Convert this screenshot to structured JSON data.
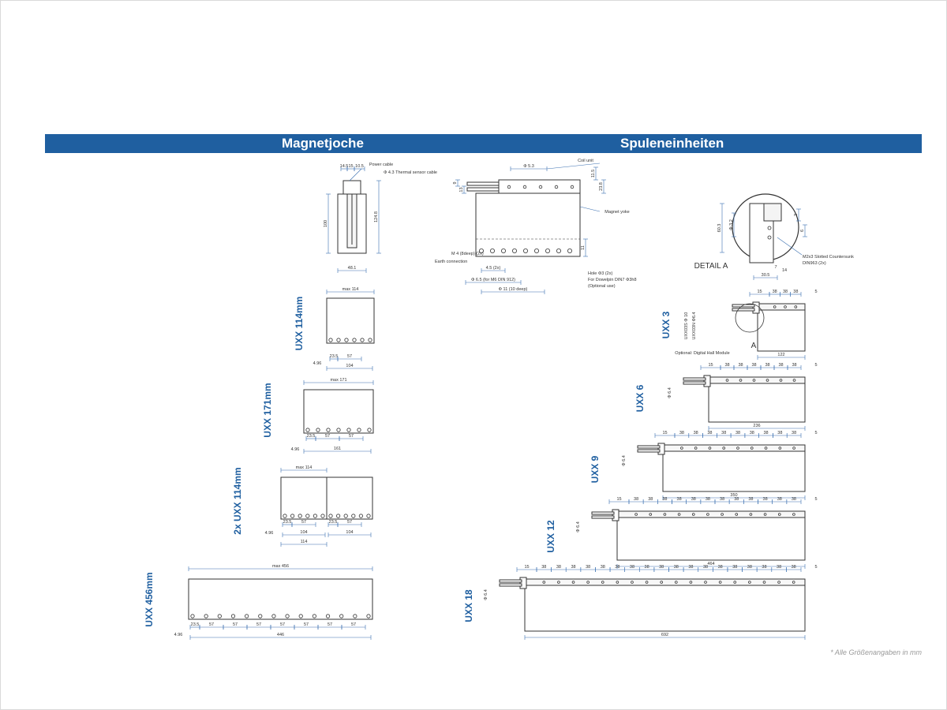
{
  "headers": {
    "left": "Magnetjoche",
    "right": "Spuleneinheiten"
  },
  "footnote": "* Alle Größenangaben in mm",
  "side_view": {
    "top_dims": [
      "14.5",
      "15",
      "10.5"
    ],
    "power_cable": "Power cable",
    "thermal_cable": "Φ 4.3  Thermal sensor cable",
    "height": "100",
    "height_total": "124.8",
    "width": "48.1"
  },
  "front_view": {
    "coil_unit": "Coil unit",
    "diam_53": "Φ 5.3",
    "magnet_yoke": "Magnet yoke",
    "left_dims": [
      "9",
      "13"
    ],
    "right_dims": [
      "11.5",
      "23.8"
    ],
    "dim_11": "11",
    "m4": "M 4 (8deep) (2x)",
    "earth": "Earth connection",
    "d45": "4.5 (2x)",
    "d65": "Φ 6.5  (for M6 DIN 912)",
    "d11": "Φ 11 (10 deep)",
    "hole1": "Hole Φ3 (2x)",
    "hole2": "For Dowelpin DIN7 Φ3h8",
    "hole3": "(Optional use)"
  },
  "detail_a": {
    "title": "DETAIL A",
    "d603": "60.3",
    "d32": "Φ 3.2",
    "d3": "3",
    "d6": "6",
    "d7": "7",
    "d14": "14",
    "d305": "30.5",
    "m2": "M2x3 Slotted Countersunk",
    "din": "DIN963 (2x)"
  },
  "yokes": [
    {
      "label": "UXX 114mm",
      "max": "max  114",
      "dims": [
        "23.5",
        "57"
      ],
      "left": "4.96",
      "bottom": "104"
    },
    {
      "label": "UXX 171mm",
      "max": "max  171",
      "dims": [
        "23.5",
        "57",
        "57"
      ],
      "left": "4.96",
      "bottom": "161"
    },
    {
      "label": "2x UXX 114mm",
      "max": "max  114",
      "dims": [
        "23.5",
        "57",
        "23.5",
        "57"
      ],
      "left": "4.96",
      "bottom1": "104",
      "bottom2": "104",
      "total": "114"
    },
    {
      "label": "UXX 456mm",
      "max": "max  456",
      "dims": [
        "23.5",
        "57",
        "57",
        "57",
        "57",
        "57",
        "57",
        "57"
      ],
      "left": "4.96",
      "bottom": "446"
    }
  ],
  "coils": [
    {
      "label": "UXX 3",
      "first": "15",
      "pitch": "38",
      "end": "5",
      "length": "122",
      "hall": "Optional: Digital Hall Module",
      "uxx3": "UXX03N Φ6.4",
      "uxx3b": "UXX03S Φ 10",
      "detail": "A",
      "count": 3
    },
    {
      "label": "UXX 6",
      "first": "15",
      "pitch": "38",
      "end": "5",
      "length": "236",
      "diam": "Φ 6.4",
      "count": 6
    },
    {
      "label": "UXX 9",
      "first": "15",
      "pitch": "38",
      "end": "5",
      "length": "350",
      "diam": "Φ 6.4",
      "count": 9
    },
    {
      "label": "UXX 12",
      "first": "15",
      "pitch": "38",
      "end": "5",
      "length": "464",
      "diam": "Φ 6.4",
      "count": 12
    },
    {
      "label": "UXX 18",
      "first": "15",
      "pitch": "38",
      "end": "5",
      "length": "692",
      "diam": "Φ 6.4",
      "count": 18
    }
  ],
  "colors": {
    "banner": "#1f5fa0",
    "label": "#1f5fa0",
    "dim": "#3a6fb0",
    "line": "#333333"
  }
}
